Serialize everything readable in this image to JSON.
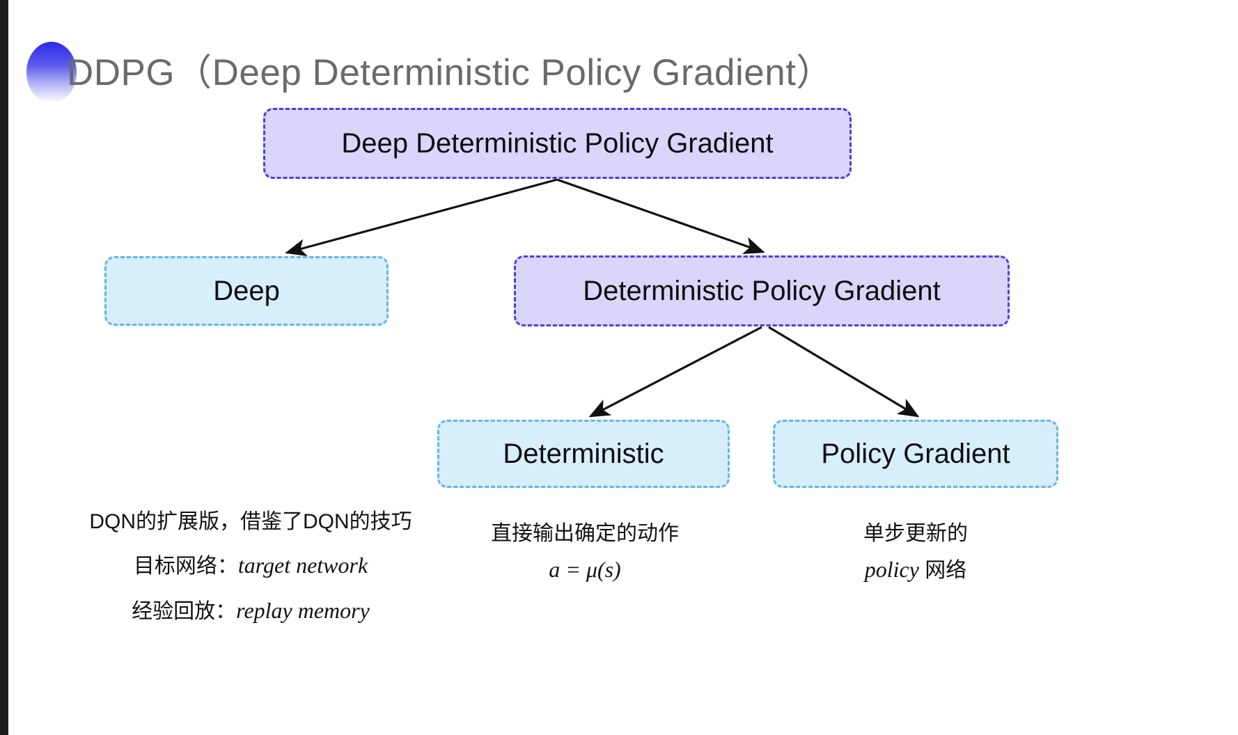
{
  "slide": {
    "title": "DDPG（Deep Deterministic Policy Gradient）",
    "background_color": "#ffffff",
    "accent_color": "#2b2be8"
  },
  "diagram": {
    "type": "tree",
    "node_colors": {
      "purple_fill": "#d9d5fb",
      "purple_border": "#4a3fe0",
      "blue_fill": "#d7eefb",
      "blue_border": "#63b6e3",
      "arrow": "#111111"
    },
    "nodes": [
      {
        "id": "root",
        "label": "Deep Deterministic Policy Gradient",
        "style": "purple",
        "level": 0
      },
      {
        "id": "deep",
        "label": "Deep",
        "style": "blue",
        "level": 1
      },
      {
        "id": "dpg",
        "label": "Deterministic Policy Gradient",
        "style": "purple",
        "level": 1
      },
      {
        "id": "det",
        "label": "Deterministic",
        "style": "blue",
        "level": 2
      },
      {
        "id": "pg",
        "label": "Policy Gradient",
        "style": "blue",
        "level": 2
      }
    ],
    "edges": [
      {
        "from": "root",
        "to": "deep"
      },
      {
        "from": "root",
        "to": "dpg"
      },
      {
        "from": "dpg",
        "to": "det"
      },
      {
        "from": "dpg",
        "to": "pg"
      }
    ]
  },
  "captions": {
    "deep": {
      "line1": "DQN的扩展版，借鉴了DQN的技巧",
      "line2_label": "目标网络：",
      "line2_term": "target network",
      "line3_label": "经验回放：",
      "line3_term": "replay memory"
    },
    "deterministic": {
      "line1": "直接输出确定的动作",
      "formula": "a = μ(s)"
    },
    "policy_gradient": {
      "line1": "单步更新的",
      "line2_term": "policy",
      "line2_suffix": " 网络"
    }
  }
}
